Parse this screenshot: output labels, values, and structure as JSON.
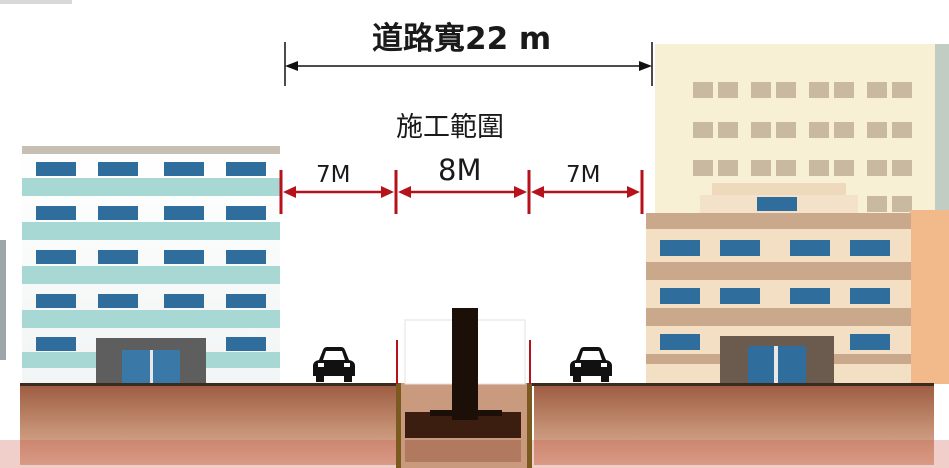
{
  "diagram": {
    "title": "道路寬22 m",
    "construction_label": "施工範圍",
    "segments": [
      {
        "id": "left",
        "label": "7M"
      },
      {
        "id": "middle",
        "label": "8M"
      },
      {
        "id": "right",
        "label": "7M"
      }
    ],
    "colors": {
      "dimension_red": "#b5121b",
      "ground_brown": "#8a4a33",
      "ground_light": "#c99a7e",
      "left_building_stripe": "#a8d8d4",
      "right_building": "#c9a88c",
      "back_building": "#f6eecf",
      "pile": "#1b0f08"
    },
    "icons": [
      "car-icon",
      "car-icon"
    ]
  }
}
